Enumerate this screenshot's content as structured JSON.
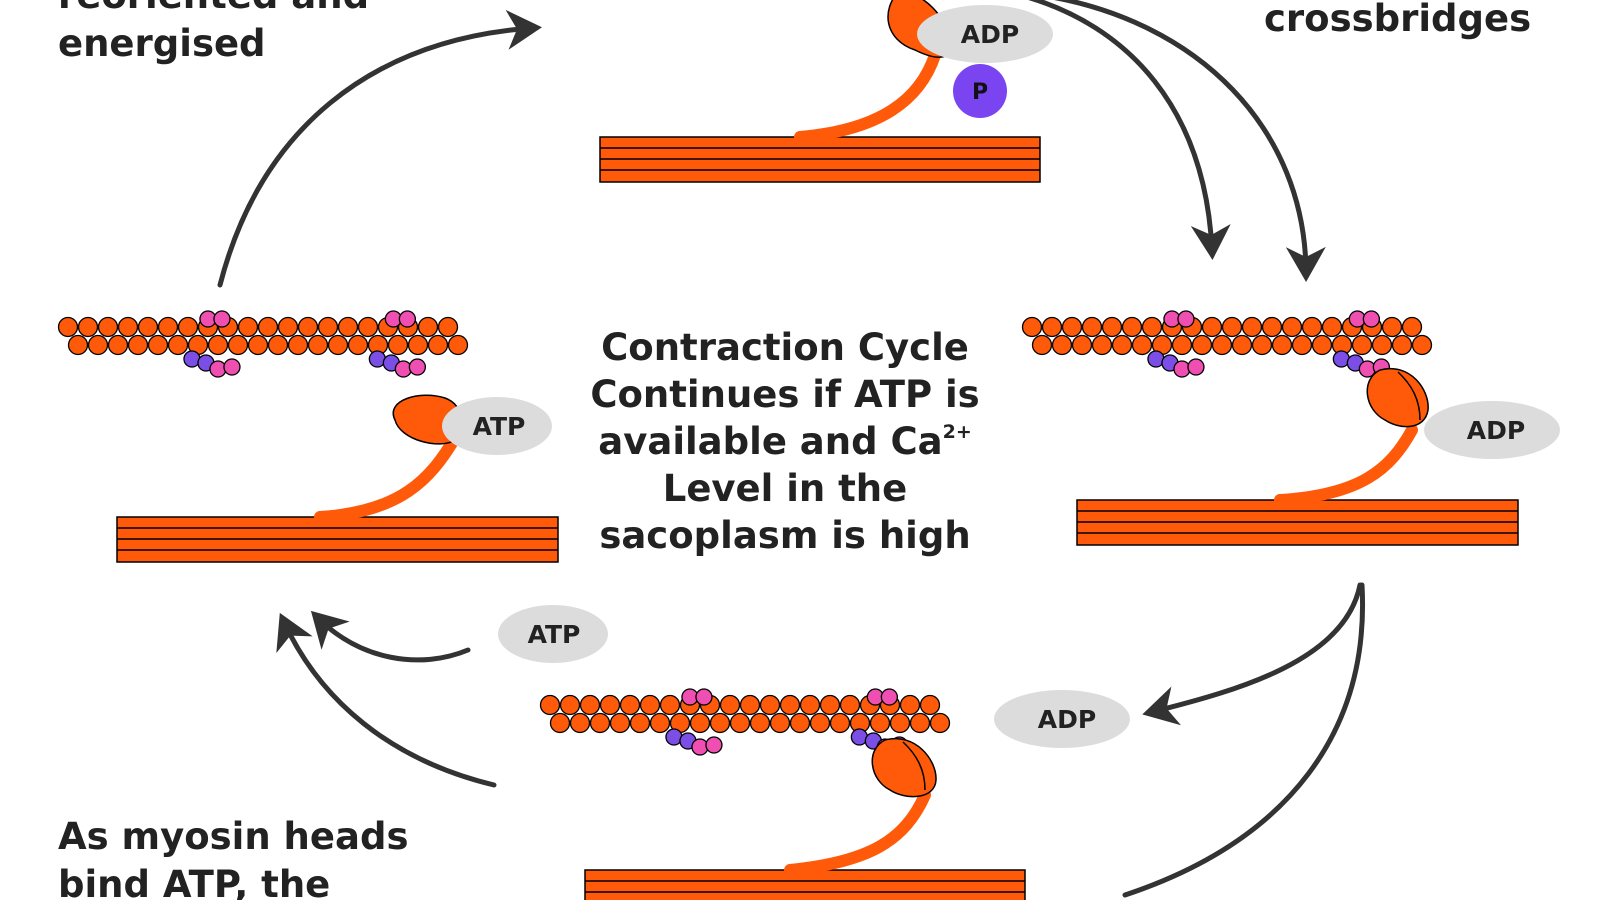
{
  "captions": {
    "top_left": [
      "reoriented and",
      "energised"
    ],
    "top_right": "crossbridges",
    "bottom_left": [
      "As myosin heads",
      "bind ATP, the"
    ]
  },
  "center": {
    "line1": "Contraction Cycle",
    "line2": "Continues if ATP is",
    "line3_prefix": "available and Ca",
    "line3_sup": "2+",
    "line4": "Level in the",
    "line5": "sacoplasm is high"
  },
  "molecules": {
    "top_adp": "ADP",
    "top_phosphate": "P",
    "left_atp": "ATP",
    "right_adp": "ADP",
    "free_atp": "ATP",
    "free_adp": "ADP"
  },
  "colors": {
    "myosin_orange": "#ff5a0a",
    "actin_orange": "#ff5a0a",
    "tropomyosin_pink": "#ee4fb0",
    "troponin_purple": "#7b4ee6",
    "phosphate_purple": "#7a45f0",
    "molecule_grey": "#dcdcdc",
    "arrow_dark": "#333333",
    "text": "#222222"
  }
}
